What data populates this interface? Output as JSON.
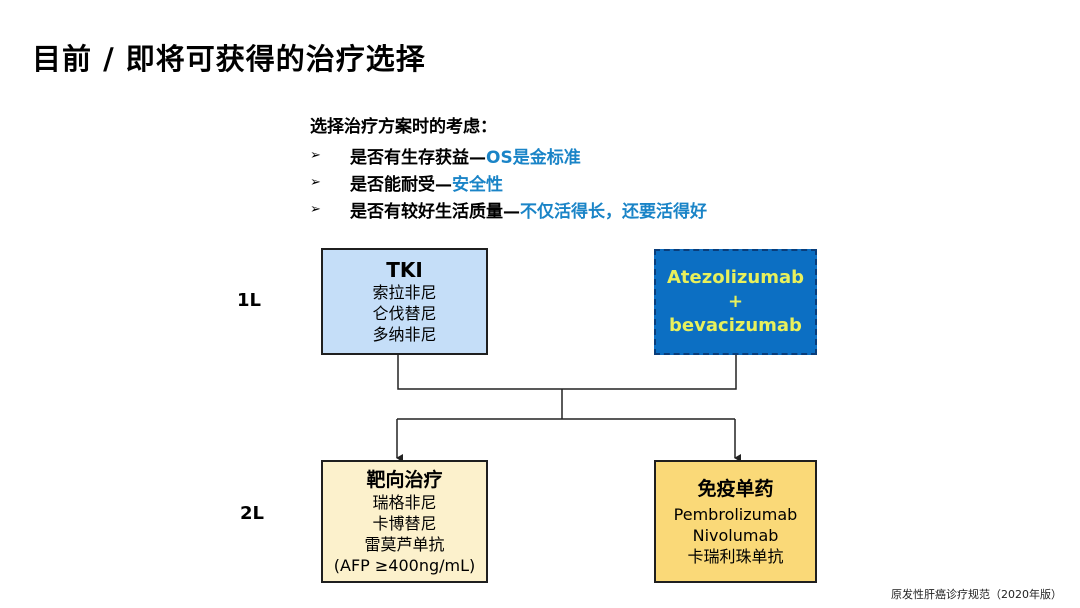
{
  "title": "目前 / 即将可获得的治疗选择",
  "considerations": {
    "heading": "选择治疗方案时的考虑：",
    "items": [
      {
        "prefix": "是否有生存获益—",
        "highlight": "OS是金标准"
      },
      {
        "prefix": "是否能耐受—",
        "highlight": "安全性"
      },
      {
        "prefix": "是否有较好生活质量—",
        "highlight": "不仅活得长，还要活得好"
      }
    ]
  },
  "lines": {
    "first": "1L",
    "second": "2L"
  },
  "boxes": {
    "tki": {
      "title": "TKI",
      "items": [
        "索拉非尼",
        "仑伐替尼",
        "多纳非尼"
      ]
    },
    "atezo": {
      "lines": [
        "Atezolizumab",
        "+",
        "bevacizumab"
      ]
    },
    "targeted": {
      "title": "靶向治疗",
      "items": [
        "瑞格非尼",
        "卡博替尼",
        "雷莫芦单抗",
        "(AFP ≥400ng/mL)"
      ]
    },
    "immune": {
      "title": "免疫单药",
      "items": [
        "Pembrolizumab",
        "Nivolumab",
        "卡瑞利珠单抗"
      ]
    }
  },
  "colors": {
    "highlight": "#1a84c7",
    "tki_fill": "#c5def8",
    "atezo_fill": "#0c6fc3",
    "atezo_text": "#e8f05c",
    "targeted_fill": "#fcf1cc",
    "immune_fill": "#fad978"
  },
  "footnote": "原发性肝癌诊疗规范（2020年版）"
}
